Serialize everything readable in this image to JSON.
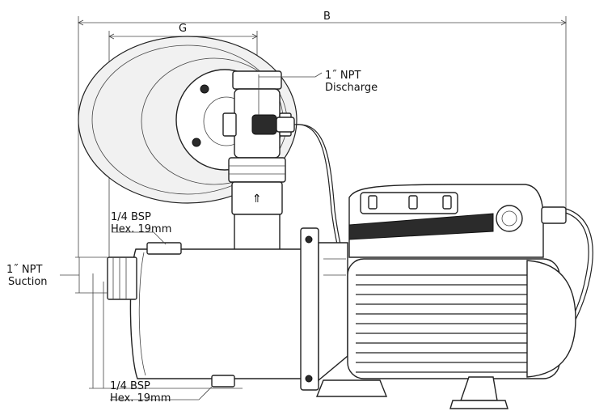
{
  "dimensions": {
    "b": "B",
    "g": "G"
  },
  "labels": {
    "discharge_line1": "1˝ NPT",
    "discharge_line2": "Discharge",
    "suction_line1": "1˝ NPT",
    "suction_line2": "Suction",
    "bsp_top_line1": "1/4 BSP",
    "bsp_top_line2": "Hex. 19mm",
    "bsp_bottom_line1": "1/4 BSP",
    "bsp_bottom_line2": "Hex. 19mm"
  },
  "colors": {
    "line": "#222222",
    "fill": "#ffffff"
  }
}
